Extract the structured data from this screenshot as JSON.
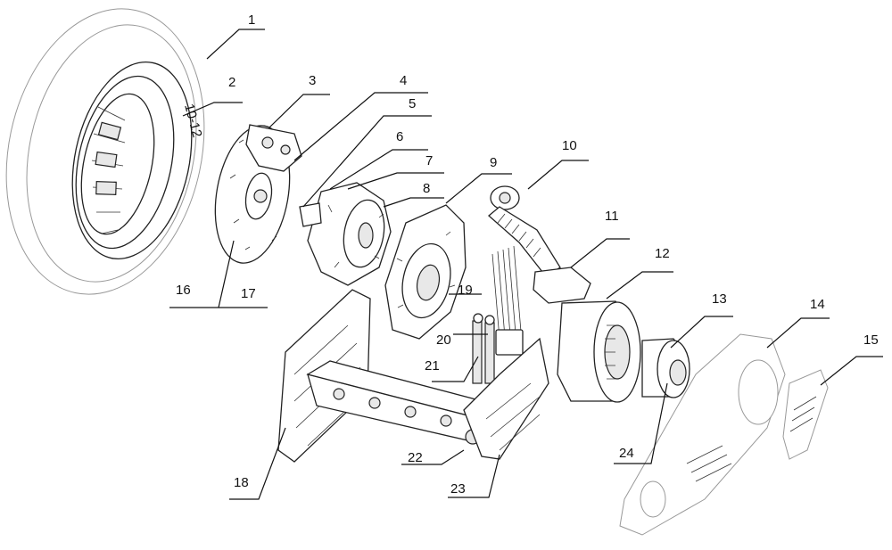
{
  "diagram": {
    "title": "Exploded view of electric scooter rear wheel drive assembly",
    "tire_marking": "10-12",
    "labels": [
      "1",
      "2",
      "3",
      "4",
      "5",
      "6",
      "7",
      "8",
      "9",
      "10",
      "11",
      "12",
      "13",
      "14",
      "15",
      "16",
      "17",
      "18",
      "19",
      "20",
      "21",
      "22",
      "23",
      "24"
    ]
  }
}
